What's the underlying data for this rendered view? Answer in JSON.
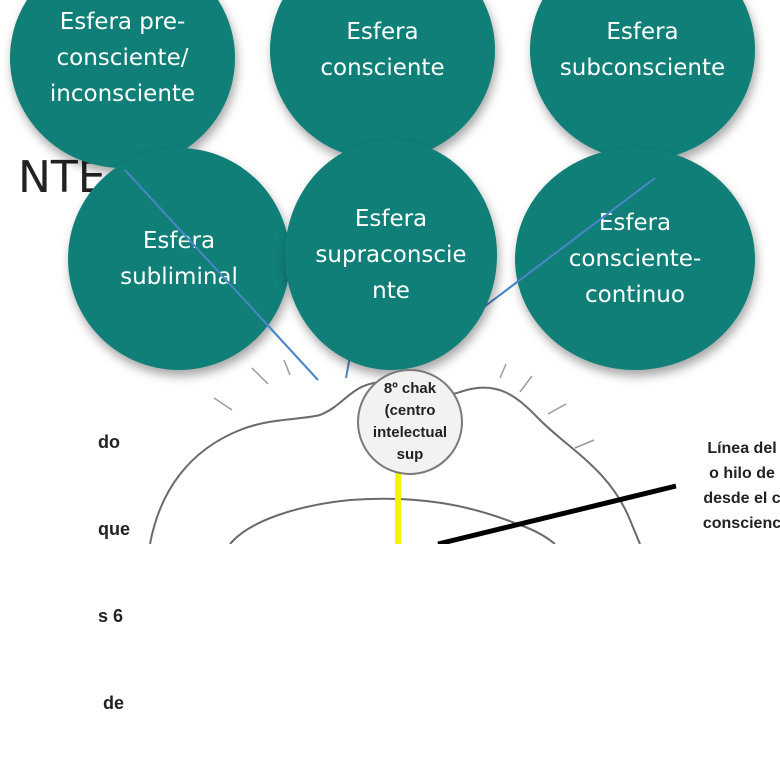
{
  "spheres": [
    {
      "id": "preconsciente",
      "lines": [
        "Esfera pre-",
        "consciente/",
        "inconsciente"
      ]
    },
    {
      "id": "consciente",
      "lines": [
        "Esfera",
        "consciente"
      ]
    },
    {
      "id": "subconsciente",
      "lines": [
        "Esfera",
        "subconsciente"
      ]
    },
    {
      "id": "subliminal",
      "lines": [
        "Esfera",
        "subliminal"
      ]
    },
    {
      "id": "supraconsciente",
      "lines": [
        "Esfera",
        "supraconscie",
        "nte"
      ]
    },
    {
      "id": "consciente-continuo",
      "lines": [
        "Esfera",
        "consciente-",
        "continuo"
      ]
    }
  ],
  "partial_title": "NTE",
  "left_text_lines": [
    "do",
    "que",
    "s 6",
    " de"
  ],
  "chakra_lines": [
    "8º chak",
    "(centro",
    "intelectual",
    "sup"
  ],
  "right_label_lines": [
    "Línea del",
    "o hilo de",
    "desde el c",
    "conscienc"
  ],
  "colors": {
    "sphere": "#0f7f78",
    "connector_blue": "#4a86c8",
    "vertical_line": "#f5f500",
    "thick_line": "#000000"
  }
}
